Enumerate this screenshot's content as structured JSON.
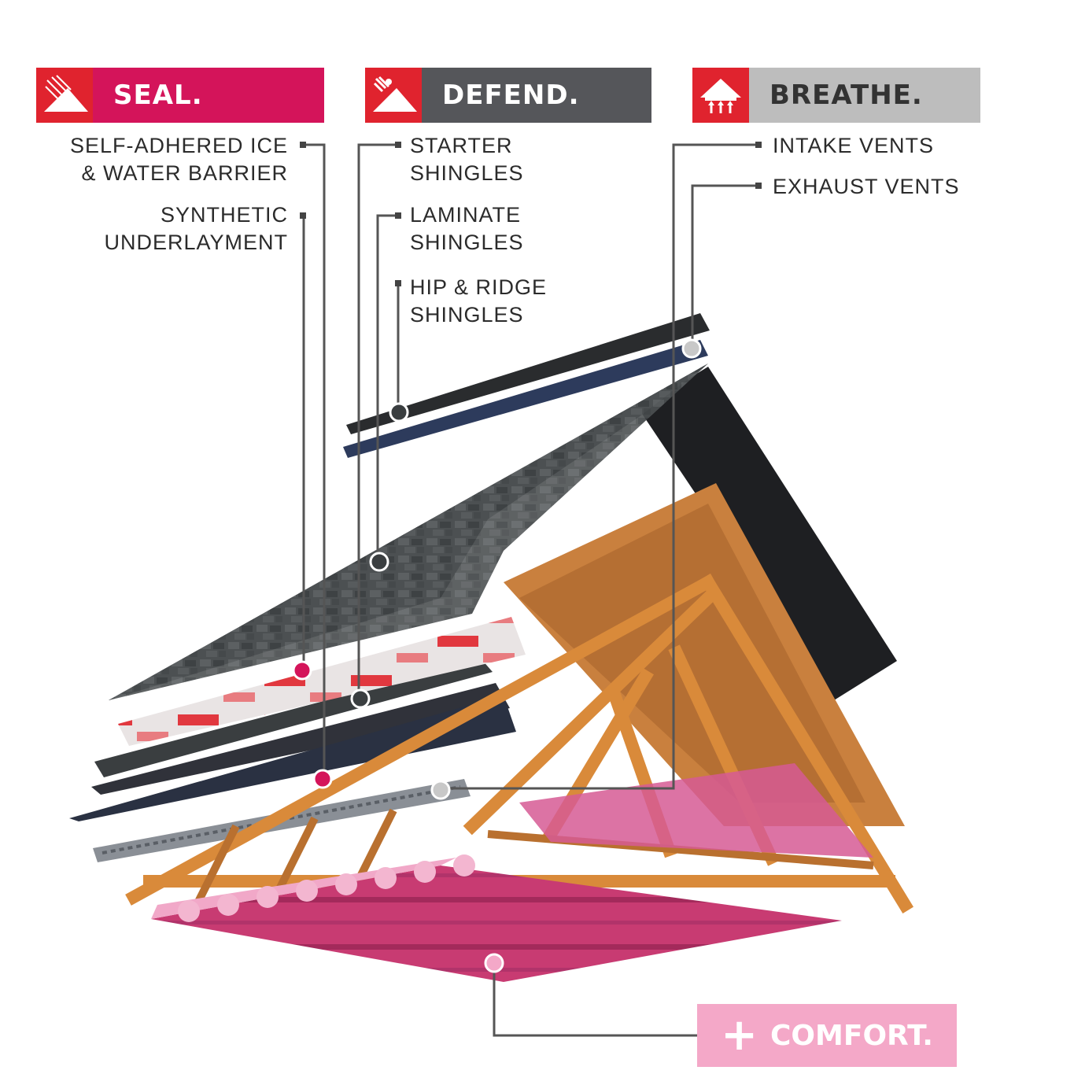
{
  "headers": {
    "seal": {
      "label": "SEAL.",
      "icon": "roof-seal-icon",
      "color": "#d4145a"
    },
    "defend": {
      "label": "DEFEND.",
      "icon": "roof-defend-icon",
      "color": "#55565a"
    },
    "breathe": {
      "label": "BREATHE.",
      "icon": "roof-breathe-icon",
      "color": "#bdbdbd"
    }
  },
  "labels": {
    "ice_water_line1": "SELF-ADHERED ICE",
    "ice_water_line2": "& WATER BARRIER",
    "synthetic_line1": "SYNTHETIC",
    "synthetic_line2": "UNDERLAYMENT",
    "starter_line1": "STARTER",
    "starter_line2": "SHINGLES",
    "laminate_line1": "LAMINATE",
    "laminate_line2": "SHINGLES",
    "hip_line1": "HIP & RIDGE",
    "hip_line2": "SHINGLES",
    "intake": "INTAKE VENTS",
    "exhaust": "EXHAUST VENTS"
  },
  "comfort": {
    "label": "COMFORT.",
    "icon": "plus-icon",
    "color": "#f4a8c8"
  },
  "colors": {
    "accent_red": "#e0232e",
    "magenta": "#d4145a",
    "leader_line": "#555555"
  }
}
